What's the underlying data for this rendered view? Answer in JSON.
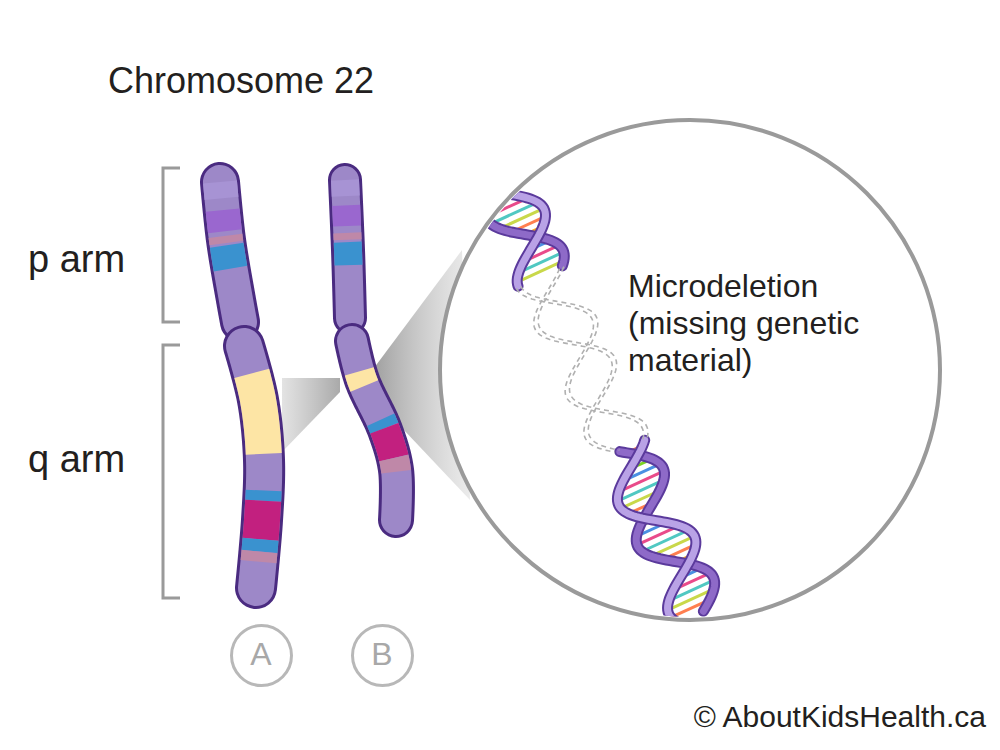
{
  "diagram": {
    "title": "Chromosome 22",
    "nodes": [
      {
        "text": [
          "Microdeletion (missing genetic material)"
        ]
      },
      {
        "text": [
          "A"
        ]
      },
      {
        "text": [
          "B"
        ]
      }
    ],
    "labels": [
      "p arm",
      "q arm",
      "© AboutKidsHealth.ca"
    ]
  }
}
